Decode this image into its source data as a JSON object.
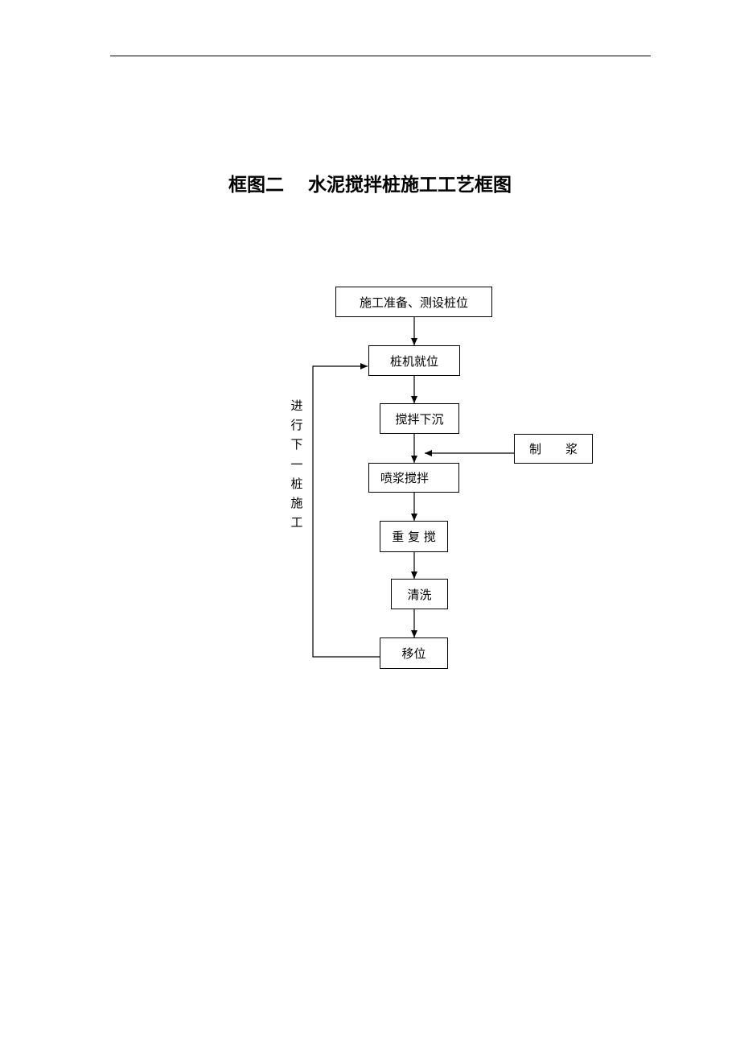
{
  "title": {
    "prefix": "框图二",
    "main": "水泥搅拌桩施工工艺框图"
  },
  "flowchart": {
    "steps": [
      {
        "id": "prep",
        "label": "施工准备、测设桩位"
      },
      {
        "id": "position",
        "label": "桩机就位"
      },
      {
        "id": "sink",
        "label": "搅拌下沉"
      },
      {
        "id": "spray",
        "label": "喷浆搅拌"
      },
      {
        "id": "repeat",
        "label": "重 复 搅"
      },
      {
        "id": "clean",
        "label": "清洗"
      },
      {
        "id": "move",
        "label": "移位"
      }
    ],
    "side_input": {
      "label": "制　　浆"
    },
    "loop_label": [
      "进",
      "行",
      "下",
      "一",
      "桩",
      "施",
      "工"
    ]
  }
}
